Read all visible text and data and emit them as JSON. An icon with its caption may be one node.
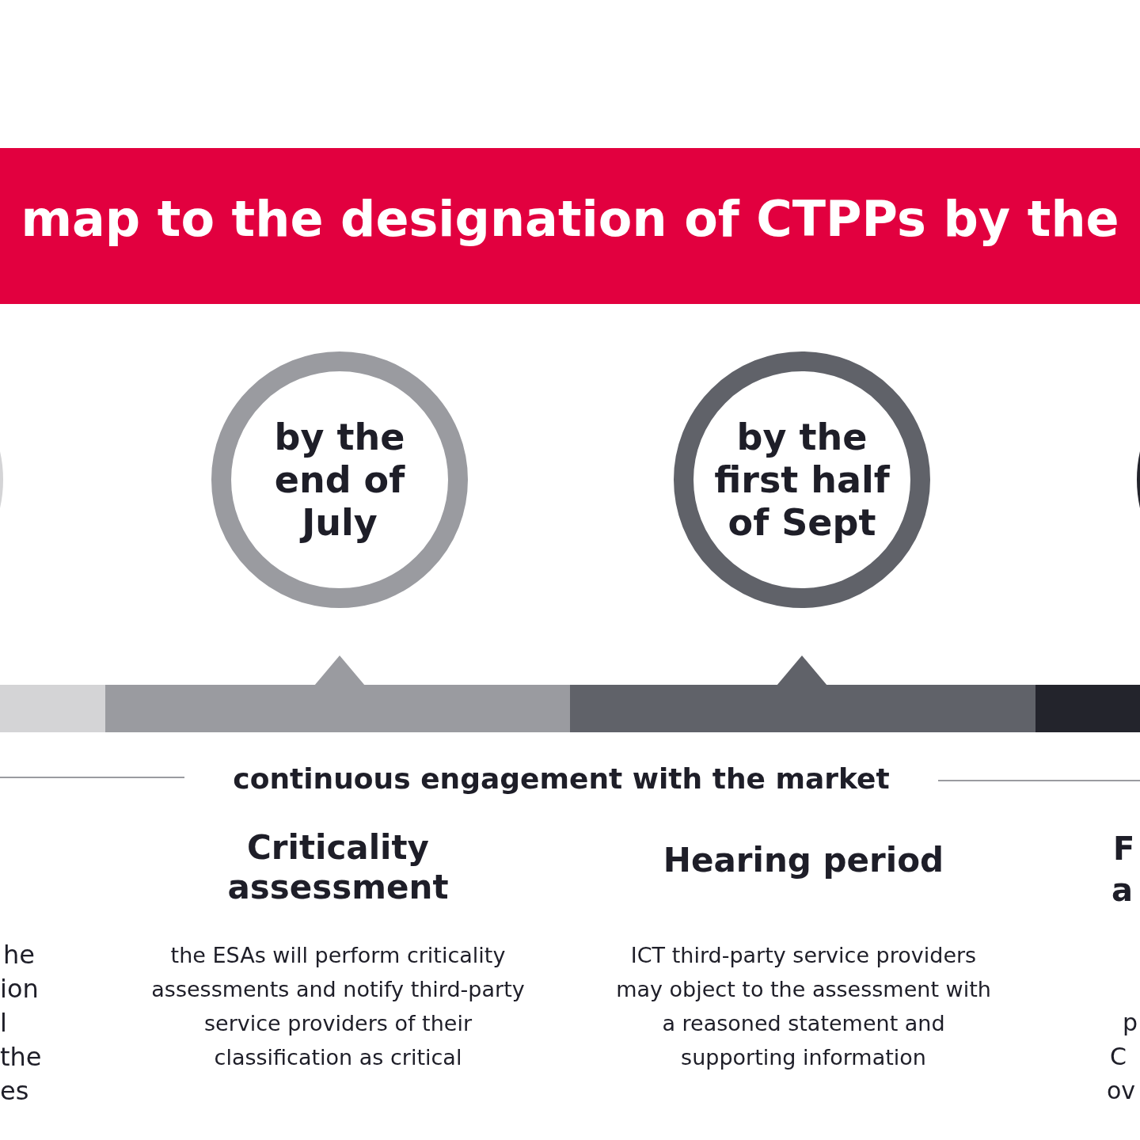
{
  "diagram": {
    "title": "map to the designation of CTPPs by the",
    "nodes": [
      {
        "text": [],
        "shape": "circle"
      },
      {
        "text": [
          "by the end of July"
        ]
      },
      {
        "text": [
          "by the first half of Sept"
        ]
      },
      {
        "text": [],
        "shape": "circle"
      }
    ],
    "labels": [
      "continuous engagement with the market",
      "he ion l the es",
      "Criticality assessment",
      "the ESAs will perform criticality assessments and notify third-party service providers of their classification as critical",
      "Hearing period",
      "ICT third-party service providers may object to the assessment with a reasoned statement and supporting information",
      "F a",
      "p C ov"
    ]
  }
}
